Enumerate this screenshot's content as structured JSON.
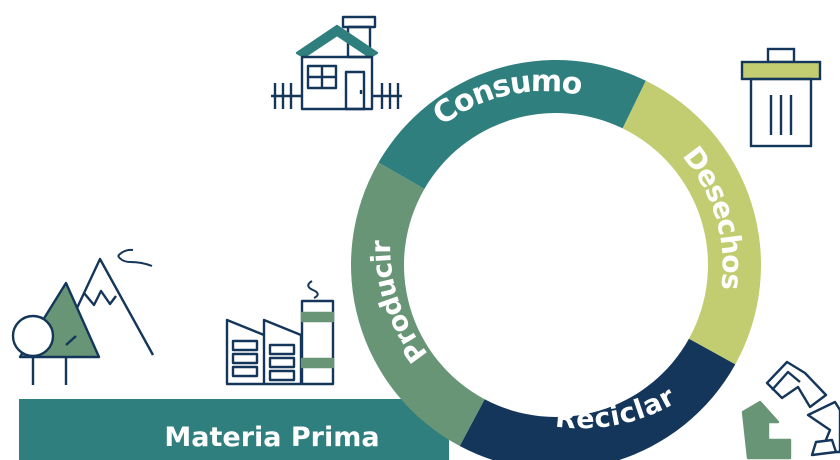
{
  "diagram": {
    "cycle_segments": [
      {
        "label": "Consumo",
        "color": "#2f7f7e"
      },
      {
        "label": "Desechos",
        "color": "#c2cd72"
      },
      {
        "label": "Reciclar",
        "color": "#14365a"
      },
      {
        "label": "Producir",
        "color": "#689576"
      }
    ],
    "base_bar": {
      "label": "Materia Prima",
      "color": "#2f7f7e"
    },
    "icons": [
      "house-icon",
      "trash-can-icon",
      "recycle-icon",
      "factory-icon",
      "mountain-landscape-icon"
    ],
    "colors": {
      "outline": "#14365a",
      "teal": "#2f7f7e",
      "green": "#689576",
      "lime": "#c2cd72"
    }
  }
}
